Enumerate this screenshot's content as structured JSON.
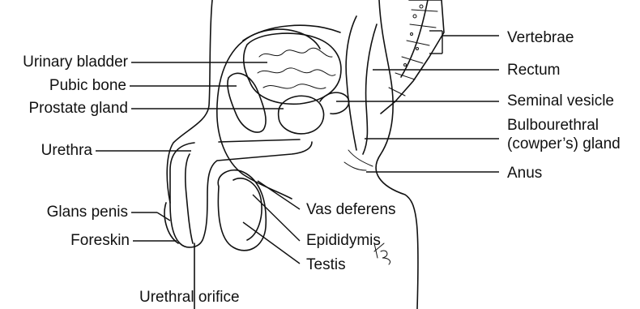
{
  "labels": {
    "left": {
      "urinary_bladder": "Urinary bladder",
      "pubic_bone": "Pubic bone",
      "prostate_gland": "Prostate gland",
      "urethra": "Urethra",
      "glans_penis": "Glans penis",
      "foreskin": "Foreskin"
    },
    "right": {
      "vertebrae": "Vertebrae",
      "rectum": "Rectum",
      "seminal_vesicle": "Seminal vesicle",
      "bulbourethral_line1": "Bulbourethral",
      "bulbourethral_line2": "(cowper’s) gland",
      "anus": "Anus"
    },
    "center": {
      "vas_deferens": "Vas deferens",
      "epididymis": "Epididymis",
      "testis": "Testis"
    },
    "bottom": {
      "urethral_orifice": "Urethral orifice"
    }
  }
}
